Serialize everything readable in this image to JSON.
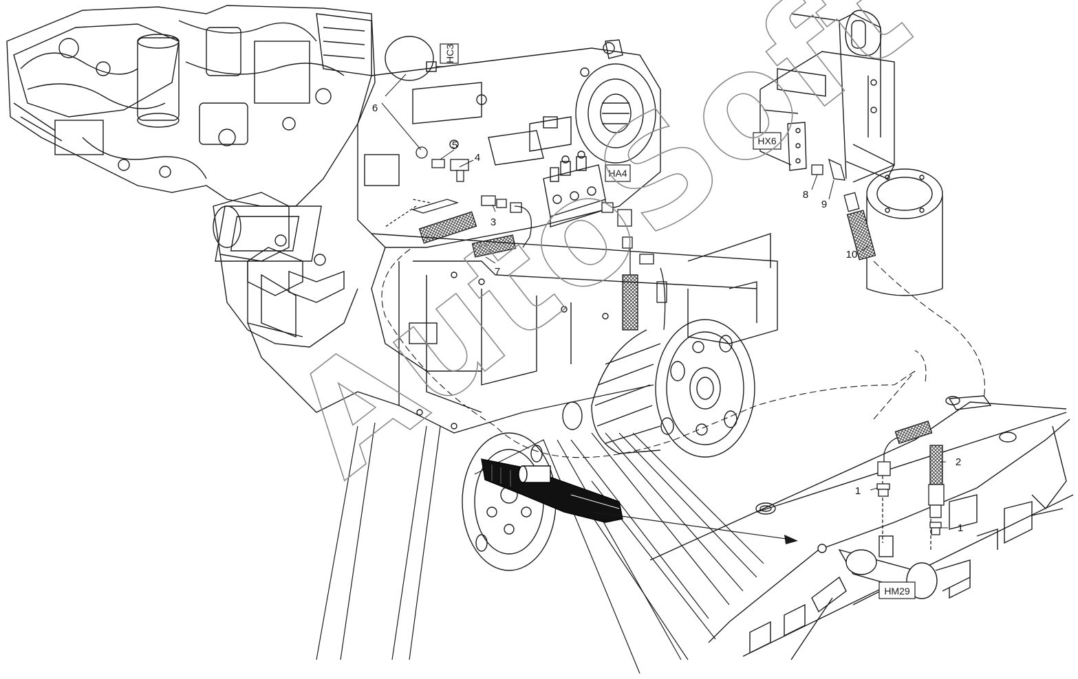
{
  "callouts": {
    "c1a": "1",
    "c1b": "1",
    "c2": "2",
    "c3": "3",
    "c4": "4",
    "c5": "5",
    "c6": "6",
    "c7": "7",
    "c8": "8",
    "c9": "9",
    "c10": "10"
  },
  "tags": {
    "hc3": "HC3",
    "ha4": "HA4",
    "hx6": "HX6",
    "hm29": "HM29"
  },
  "watermark": "AutoSoft",
  "colors": {
    "line": "#1a1a1a",
    "watermark_stroke": "#8a8a8a",
    "background": "#ffffff"
  }
}
